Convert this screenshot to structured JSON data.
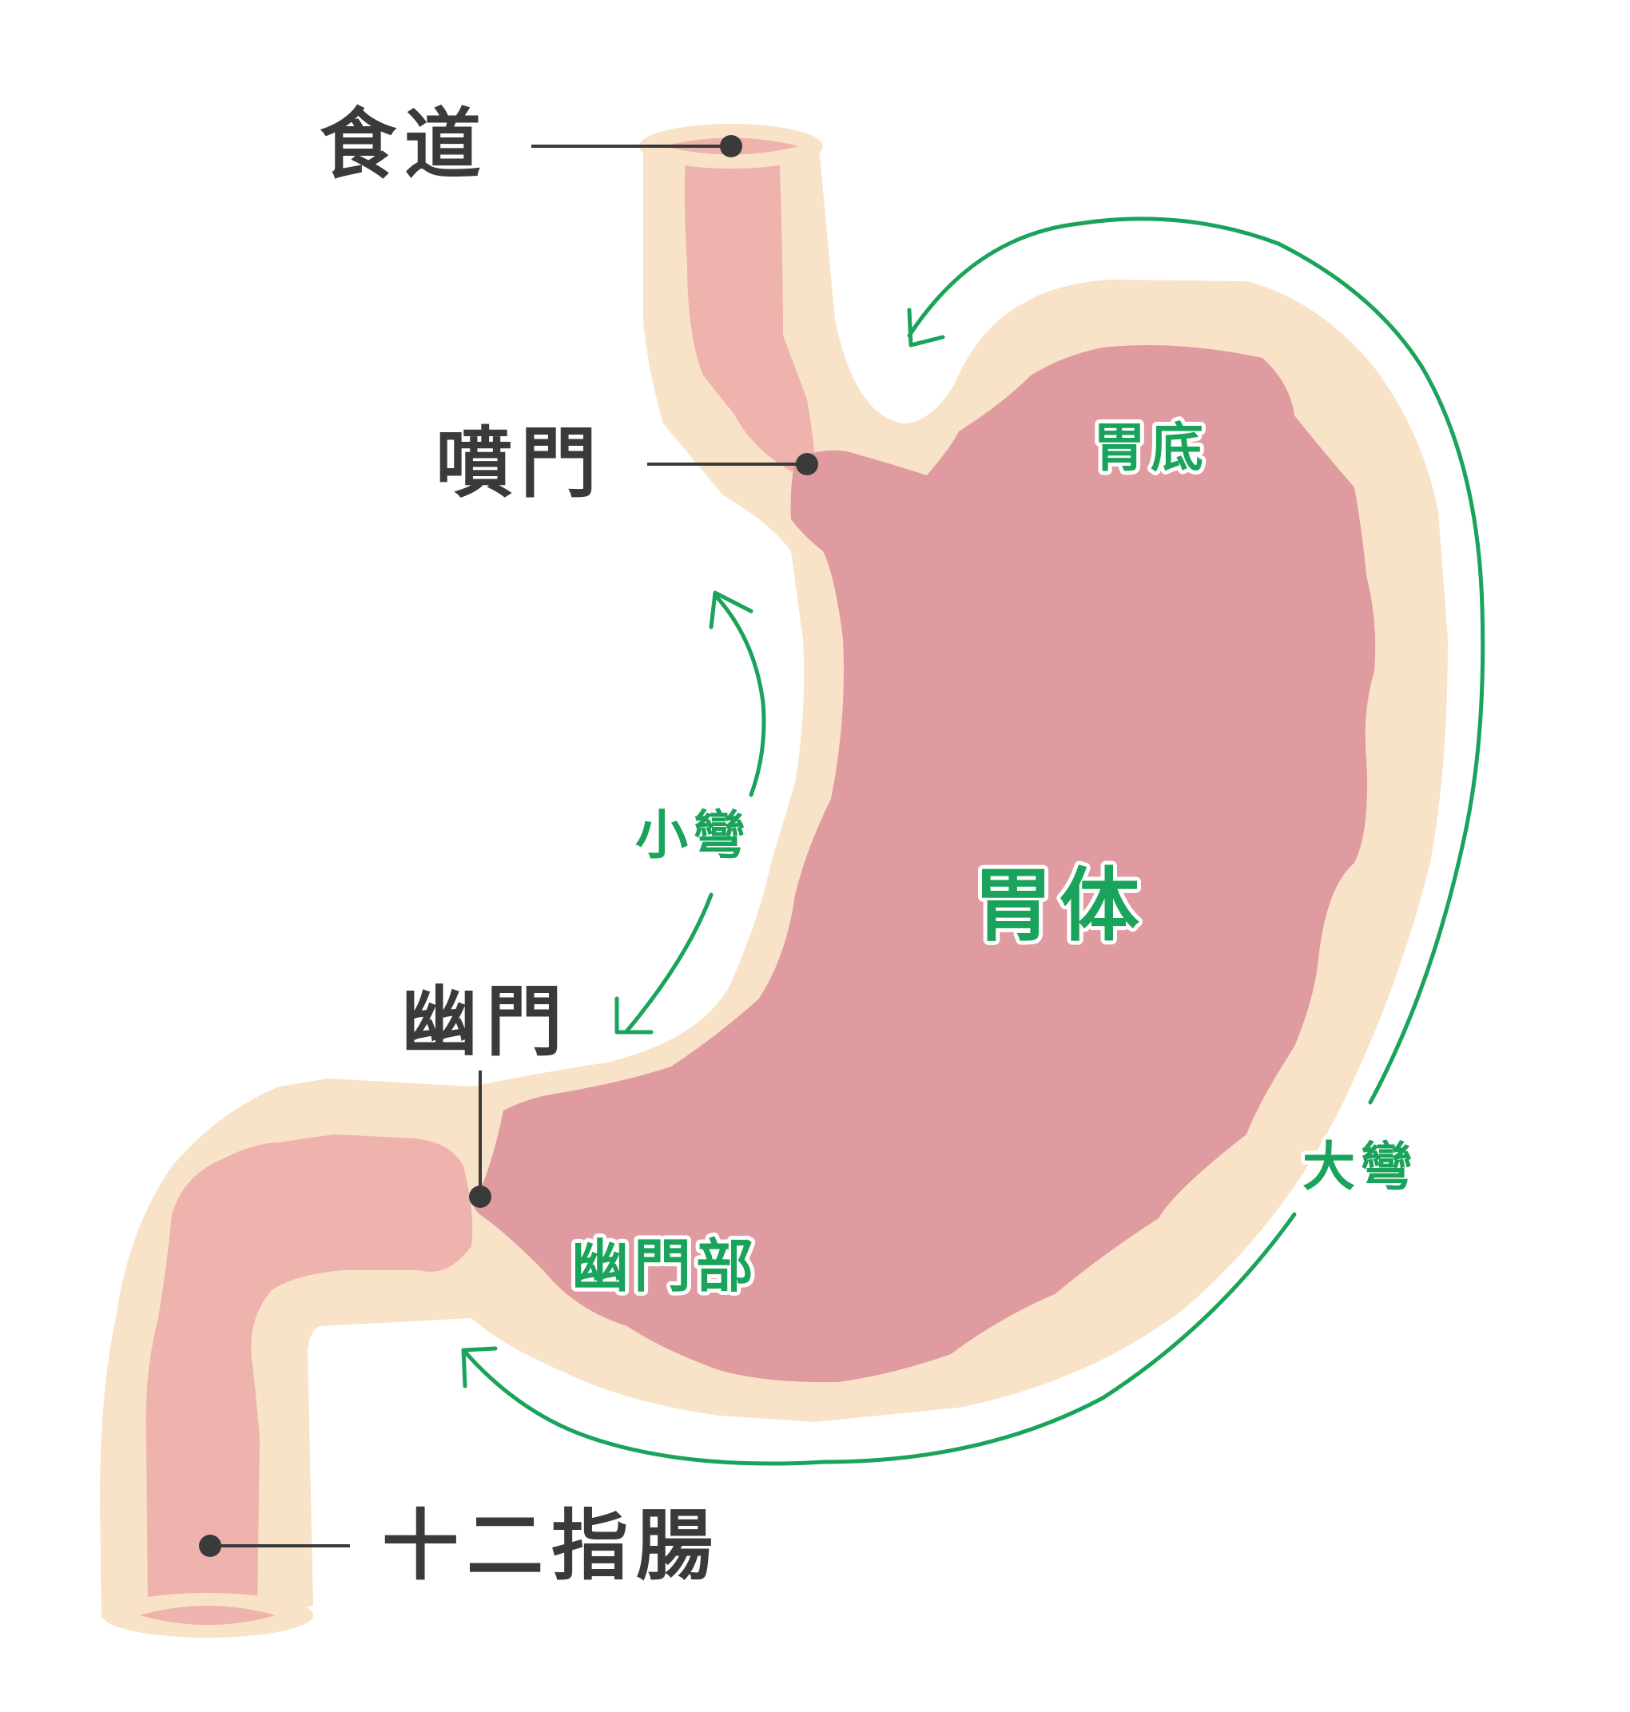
{
  "labels": {
    "esophagus": "食道",
    "cardia": "噴門",
    "pylorus": "幽門",
    "duodenum": "十二指腸",
    "fundus": "胃底",
    "body": "胃体",
    "pyloric_part": "幽門部",
    "lesser_curvature": "小彎",
    "greater_curvature": "大彎"
  },
  "colors": {
    "outer_wall": "#f8e3c8",
    "tube_inner": "#efb3ad",
    "stomach_inner": "#df9ba0",
    "label_dark": "#3a3a3a",
    "label_green": "#1aa35a"
  }
}
